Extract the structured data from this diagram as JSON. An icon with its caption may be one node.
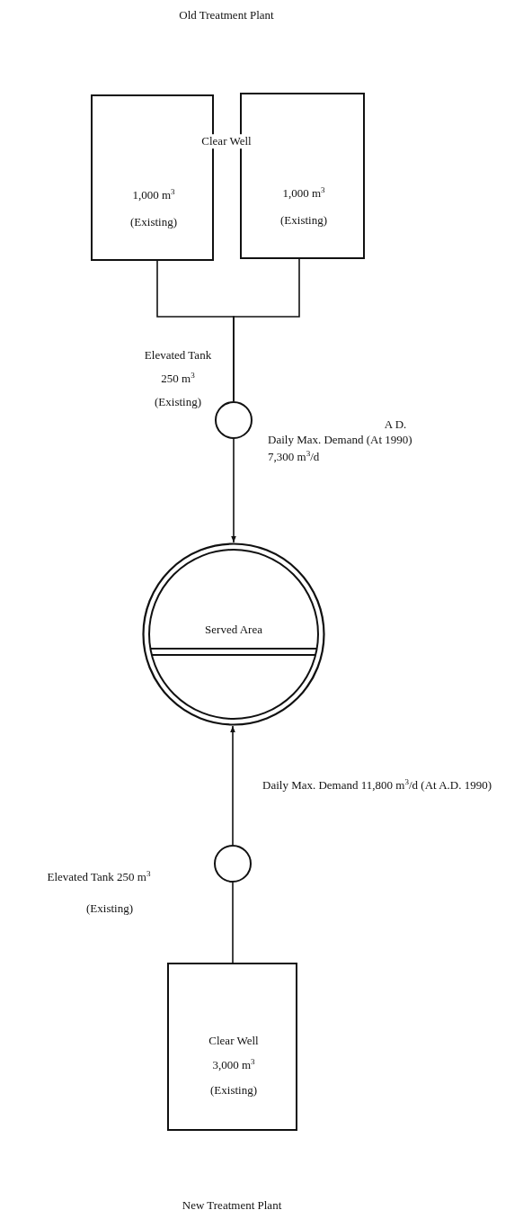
{
  "diagram": {
    "nodes": [
      {
        "text": [
          "1,000 m$^{3}$",
          "(Existing)"
        ]
      },
      {
        "text": [
          "1,000 m$^{3}$",
          "(Existing)"
        ]
      },
      {
        "text": [],
        "shape": "circle",
        "beside": [
          "Elevated Tank",
          "250 m$^{3}$",
          "(Existing)"
        ]
      },
      {
        "text": [
          "Served Area"
        ]
      },
      {
        "text": [],
        "shape": "circle",
        "beside": [
          "Elevated Tank 250 m$^{3}$",
          "(Existing)"
        ]
      },
      {
        "text": [
          "Clear Well",
          "3,000 m$^{3}$",
          "(Existing)"
        ]
      }
    ],
    "edges": [
      {
        "from": 0,
        "to": 2,
        "arrow": "none"
      },
      {
        "from": 1,
        "to": 2,
        "arrow": "none"
      },
      {
        "from": 2,
        "to": 3,
        "arrow": "to",
        "label": "Daily Max. Demand (At 1990) 7,300 m$^{3}$/d"
      },
      {
        "from": 5,
        "to": 4,
        "arrow": "none"
      },
      {
        "from": 4,
        "to": 3,
        "arrow": "to",
        "label": "Daily Max. Demand 11,800 m$^{3}$/d (At A.D. 1990)"
      }
    ],
    "labels": [
      "Old Treatment Plant",
      "Clear Well",
      "A D.",
      "New Treatment Plant"
    ]
  }
}
